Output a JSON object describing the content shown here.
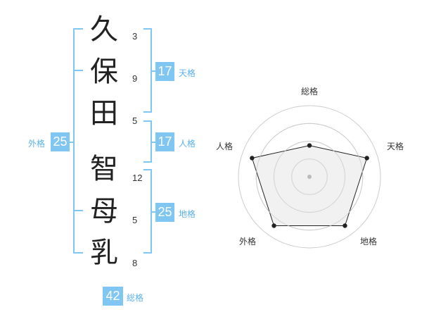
{
  "name": {
    "characters": [
      {
        "char": "久",
        "strokes": "3"
      },
      {
        "char": "保",
        "strokes": "9"
      },
      {
        "char": "田",
        "strokes": "5"
      },
      {
        "char": "智",
        "strokes": "12"
      },
      {
        "char": "母",
        "strokes": "5"
      },
      {
        "char": "乳",
        "strokes": "8"
      }
    ]
  },
  "kaku": {
    "tenkaku": {
      "value": "17",
      "label": "天格"
    },
    "jinkaku": {
      "value": "17",
      "label": "人格"
    },
    "chikaku": {
      "value": "25",
      "label": "地格"
    },
    "gaikaku": {
      "value": "25",
      "label": "外格"
    },
    "soukaku": {
      "value": "42",
      "label": "総格"
    }
  },
  "chart_data": {
    "type": "radar",
    "axes": [
      "総格",
      "天格",
      "地格",
      "外格",
      "人格"
    ],
    "values": [
      0.44,
      0.85,
      0.85,
      0.85,
      0.85
    ],
    "range": [
      0,
      1
    ],
    "rings": 4,
    "colors": {
      "fill": "#eeeeee",
      "stroke": "#222222",
      "rings": "#cccccc"
    }
  }
}
